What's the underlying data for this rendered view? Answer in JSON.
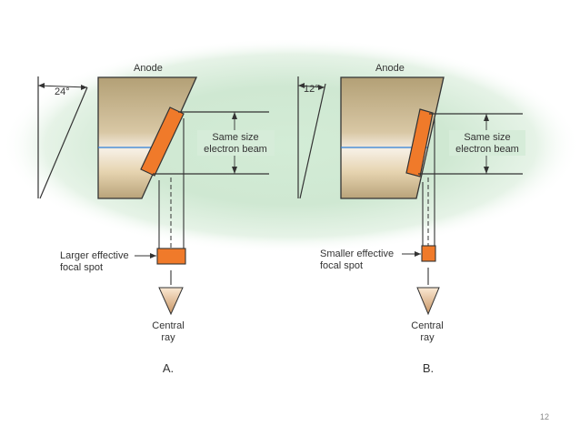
{
  "panel_a": {
    "angle_label": "24°",
    "anode_label": "Anode",
    "beam_label_line1": "Same size",
    "beam_label_line2": "electron beam",
    "spot_label_line1": "Larger effective",
    "spot_label_line2": "focal spot",
    "ray_label_line1": "Central",
    "ray_label_line2": "ray",
    "panel_letter": "A."
  },
  "panel_b": {
    "angle_label": "12°",
    "anode_label": "Anode",
    "beam_label_line1": "Same size",
    "beam_label_line2": "electron beam",
    "spot_label_line1": "Smaller effective",
    "spot_label_line2": "focal spot",
    "ray_label_line1": "Central",
    "ray_label_line2": "ray",
    "panel_letter": "B."
  },
  "page_number": "12",
  "colors": {
    "target": "#f07a2a",
    "anode_top": "#b9a57a",
    "anode_bottom": "#e8dcc6",
    "halo": "#cfe8d2",
    "blue_line": "#2f7fd8"
  }
}
